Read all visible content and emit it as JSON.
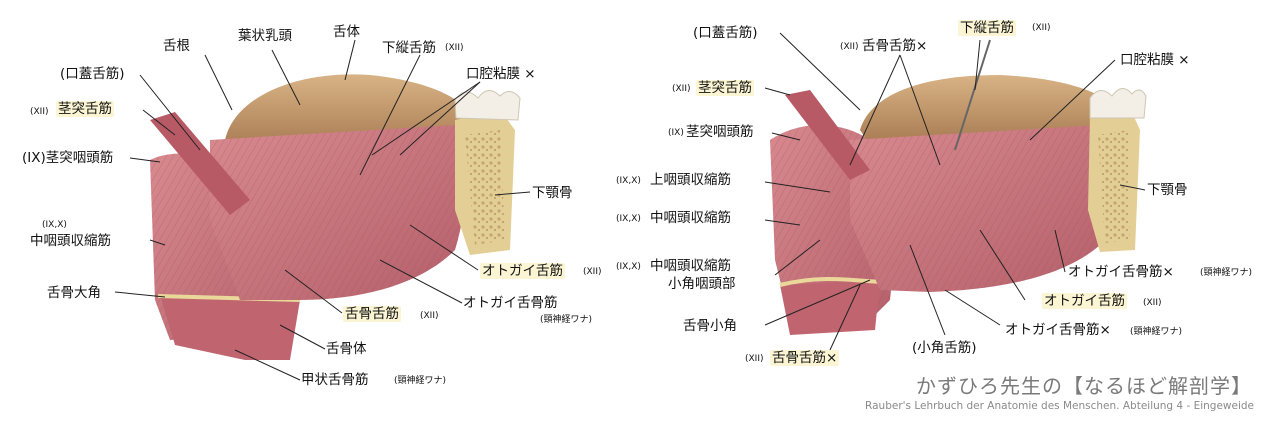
{
  "left_panel": {
    "labels": {
      "zekon": "舌根",
      "youjo": "葉状乳頭",
      "zettai": "舌体",
      "kojuzetsu_left": "下縦舌筋",
      "kojuzetsu_left_nerve": "(XII)",
      "koukuu_left": "口腔粘膜 ×",
      "kougai_left": "(口蓋舌筋)",
      "keitotsu_left_nerve": "(XII)",
      "keitotsu_left": "茎突舌筋",
      "keitotsuin_left": "(IX)茎突咽頭筋",
      "chuuin_left_nerve": "(IX,X)",
      "chuuin_left": "中咽頭収縮筋",
      "daikaku": "舌骨大角",
      "kagaku_left": "下顎骨",
      "otogai_left": "オトガイ舌筋",
      "otogai_left_nerve": "(XII)",
      "otogaikotsu_left": "オトガイ舌骨筋",
      "otogaikotsu_left_nerve": "(頸神経ワナ)",
      "zekkotsu_left": "舌骨舌筋",
      "zekkotsu_left_nerve": "(XII)",
      "zekkotsutai": "舌骨体",
      "koujou": "甲状舌骨筋",
      "koujou_nerve": "(頸神経ワナ)"
    }
  },
  "right_panel": {
    "labels": {
      "kougai_right": "(口蓋舌筋)",
      "zekkotsu_top_nerve": "(XII)",
      "zekkotsu_top": "舌骨舌筋×",
      "kojuzetsu_right": "下縦舌筋",
      "kojuzetsu_right_nerve": "(XII)",
      "koukuu_right": "口腔粘膜 ×",
      "keitotsu_right_nerve": "(XII)",
      "keitotsu_right": "茎突舌筋",
      "keitotsuin_right_nerve": "(IX)",
      "keitotsuin_right": "茎突咽頭筋",
      "jouin_nerve": "(IX,X)",
      "jouin": "上咽頭収縮筋",
      "chuuin_right_nerve": "(IX,X)",
      "chuuin_right": "中咽頭収縮筋",
      "chuuin_right2_nerve": "(IX,X)",
      "chuuin_right2": "中咽頭収縮筋",
      "shoukaku_inkoubu": "小角咽頭部",
      "kagaku_right": "下顎骨",
      "otogaikotsu_right": "オトガイ舌骨筋×",
      "otogaikotsu_right_nerve": "(頸神経ワナ)",
      "otogai_right": "オトガイ舌筋",
      "otogai_right_nerve": "(XII)",
      "shoukaku": "舌骨小角",
      "shoukaku_zetsu": "(小角舌筋)",
      "otogaikotsu_right2": "オトガイ舌骨筋×",
      "otogaikotsu_right2_nerve": "(頸神経ワナ)",
      "zekkotsu_bottom_nerve": "(XII)",
      "zekkotsu_bottom": "舌骨舌筋×"
    }
  },
  "credit": {
    "title": "かずひろ先生の【なるほど解剖学】",
    "subtitle": "Rauber's Lehrbuch der Anatomie des Menschen. Abteilung 4 - Eingeweide"
  },
  "colors": {
    "muscle": "#c8717a",
    "muscle_dark": "#9e4a55",
    "tongue": "#c39a6c",
    "bone": "#ead9a6",
    "teeth": "#f3efe6",
    "highlight": "#fbf5d4"
  }
}
